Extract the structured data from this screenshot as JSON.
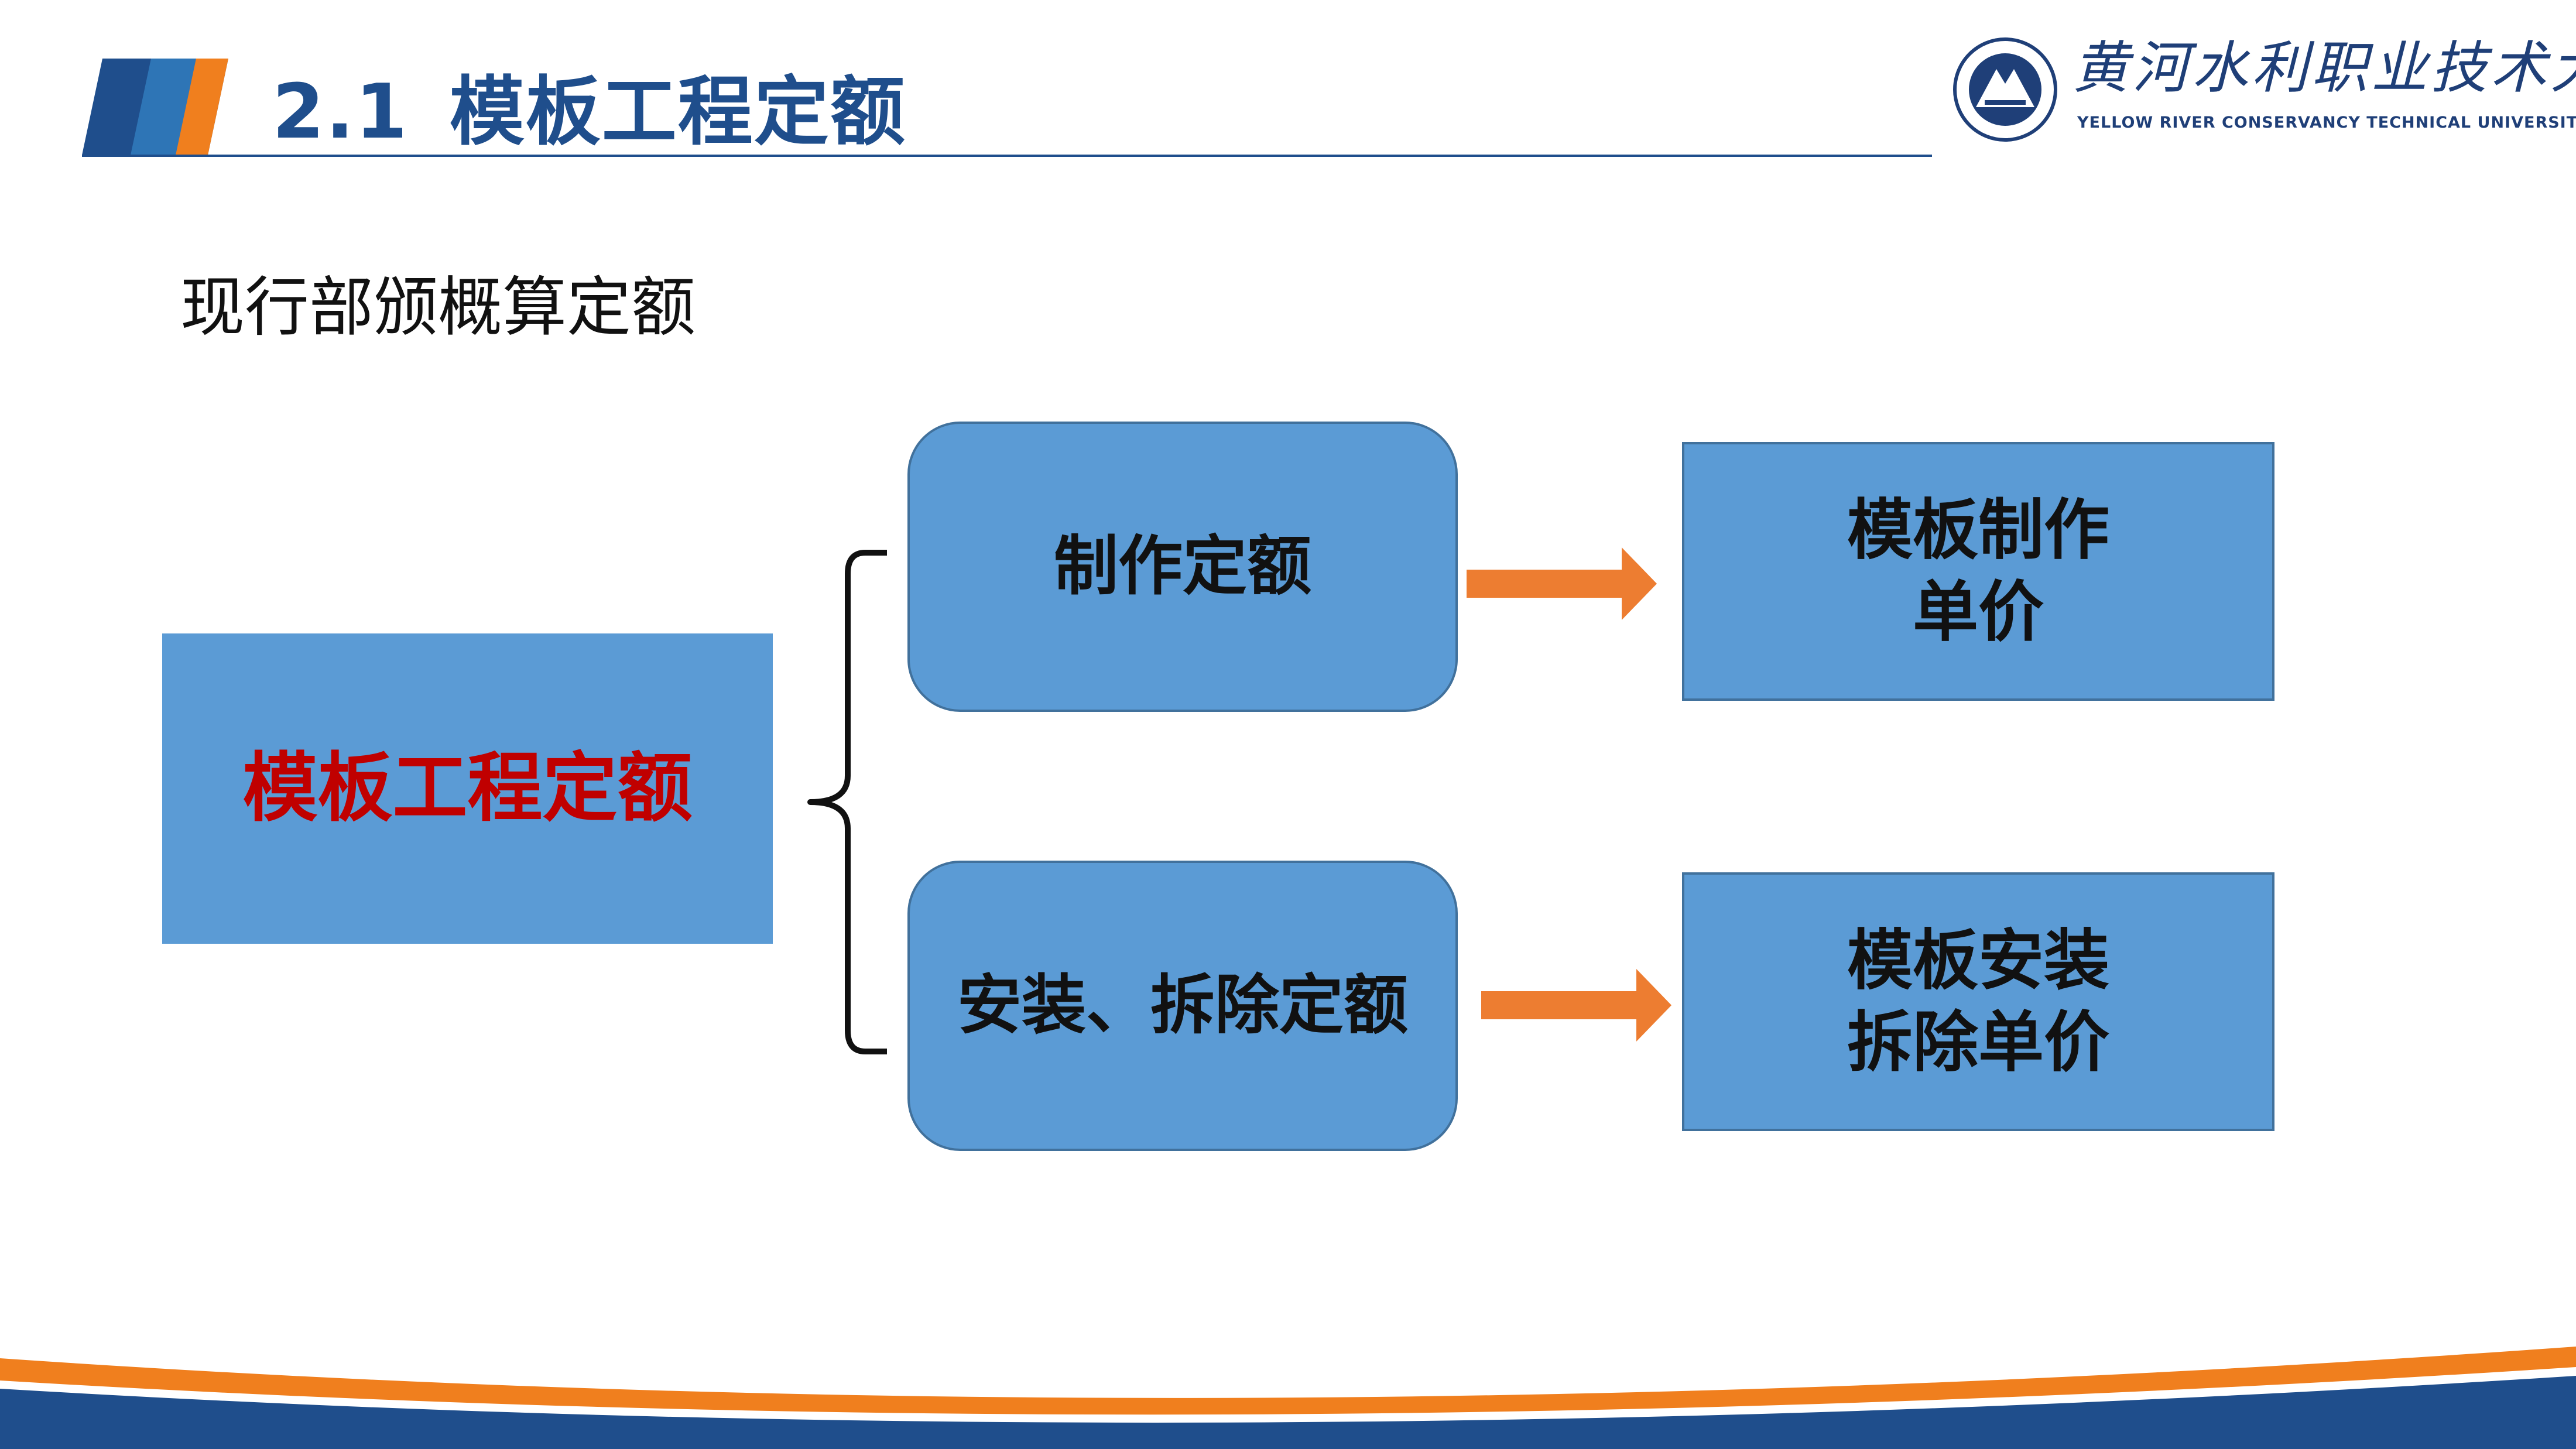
{
  "header": {
    "section_number": "2.1",
    "section_title": "模板工程定额",
    "university_name_cn": "黄河水利职业技术大学",
    "university_name_en": "YELLOW RIVER CONSERVANCY TECHNICAL UNIVERSITY",
    "logo_icon": "university-seal-icon"
  },
  "subtitle": "现行部颁概算定额",
  "diagram": {
    "root": "模板工程定额",
    "branches": [
      {
        "label": "制作定额",
        "result_lines": [
          "模板制作",
          "单价"
        ]
      },
      {
        "label": "安装、拆除定额",
        "result_lines": [
          "模板安装",
          "拆除单价"
        ]
      }
    ]
  },
  "colors": {
    "box_fill": "#5b9bd5",
    "box_border": "#41719c",
    "root_text": "#c00000",
    "arrow": "#ed7d31",
    "title_blue": "#1f4e8c",
    "footer_blue": "#1f4e8c",
    "footer_orange": "#f07f1e"
  }
}
